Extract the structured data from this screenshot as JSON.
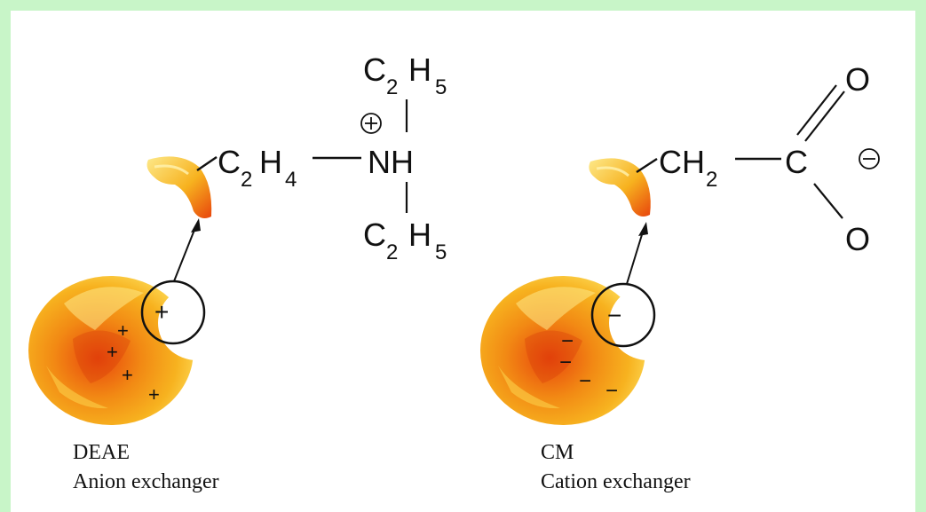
{
  "colors": {
    "frame": "#c8f5c8",
    "bead_outer": "#f7b21f",
    "bead_mid": "#f28a14",
    "bead_inner": "#e8450c",
    "bead_highlight": "#fde98a",
    "ink": "#111111"
  },
  "left": {
    "name": "DEAE",
    "subtitle": "Anion exchanger",
    "ethyl_c": "C",
    "ethyl_sub": "2",
    "ethyl_h": "H",
    "ethyl_hsub": "5",
    "linker_c": "C",
    "linker_sub": "2",
    "linker_h": "H",
    "linker_hsub": "4",
    "nitrogen_group": "NH",
    "ring_charge": "+",
    "charge": "+"
  },
  "right": {
    "name": "CM",
    "subtitle": "Cation exchanger",
    "ch_group": "CH",
    "ch_sub": "2",
    "carbon": "C",
    "oxygen": "O",
    "ring_charge": "−",
    "charge": "−"
  }
}
